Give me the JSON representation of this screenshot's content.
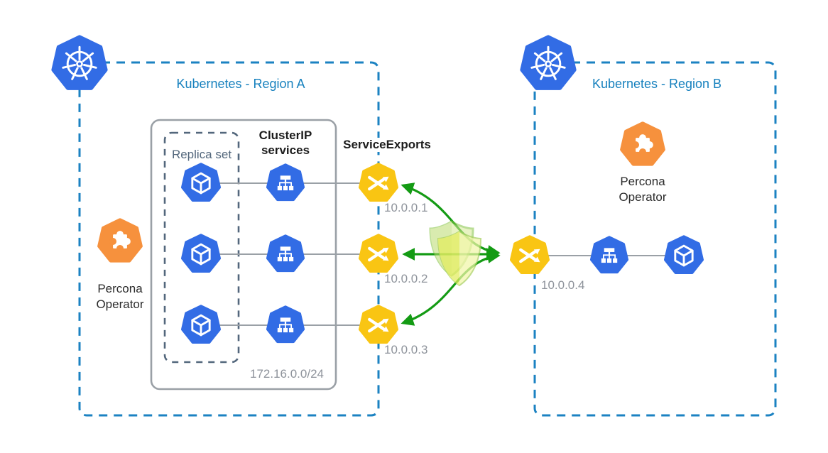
{
  "diagram": {
    "region_a": {
      "title": "Kubernetes - Region A",
      "replica_set_label": "Replica set",
      "clusterip_label": "ClusterIP services",
      "service_exports_label": "ServiceExports",
      "subnet": "172.16.0.0/24",
      "operator_label": "Percona Operator",
      "export_ips": [
        "10.0.0.1",
        "10.0.0.2",
        "10.0.0.3"
      ]
    },
    "region_b": {
      "title": "Kubernetes - Region B",
      "operator_label": "Percona Operator",
      "import_ip": "10.0.0.4"
    },
    "colors": {
      "kubernetes_blue": "#326CE5",
      "export_yellow": "#F9C513",
      "operator_orange": "#F6913D",
      "region_border_blue": "#1B82C2",
      "title_blue": "#1781BE",
      "arrow_green": "#149B14",
      "container_gray": "#9AA0A6",
      "replica_border_slate": "#53677C",
      "ip_gray": "#8E939B",
      "shield_green": "#82C341",
      "shield_yellow": "#EDF163"
    }
  }
}
